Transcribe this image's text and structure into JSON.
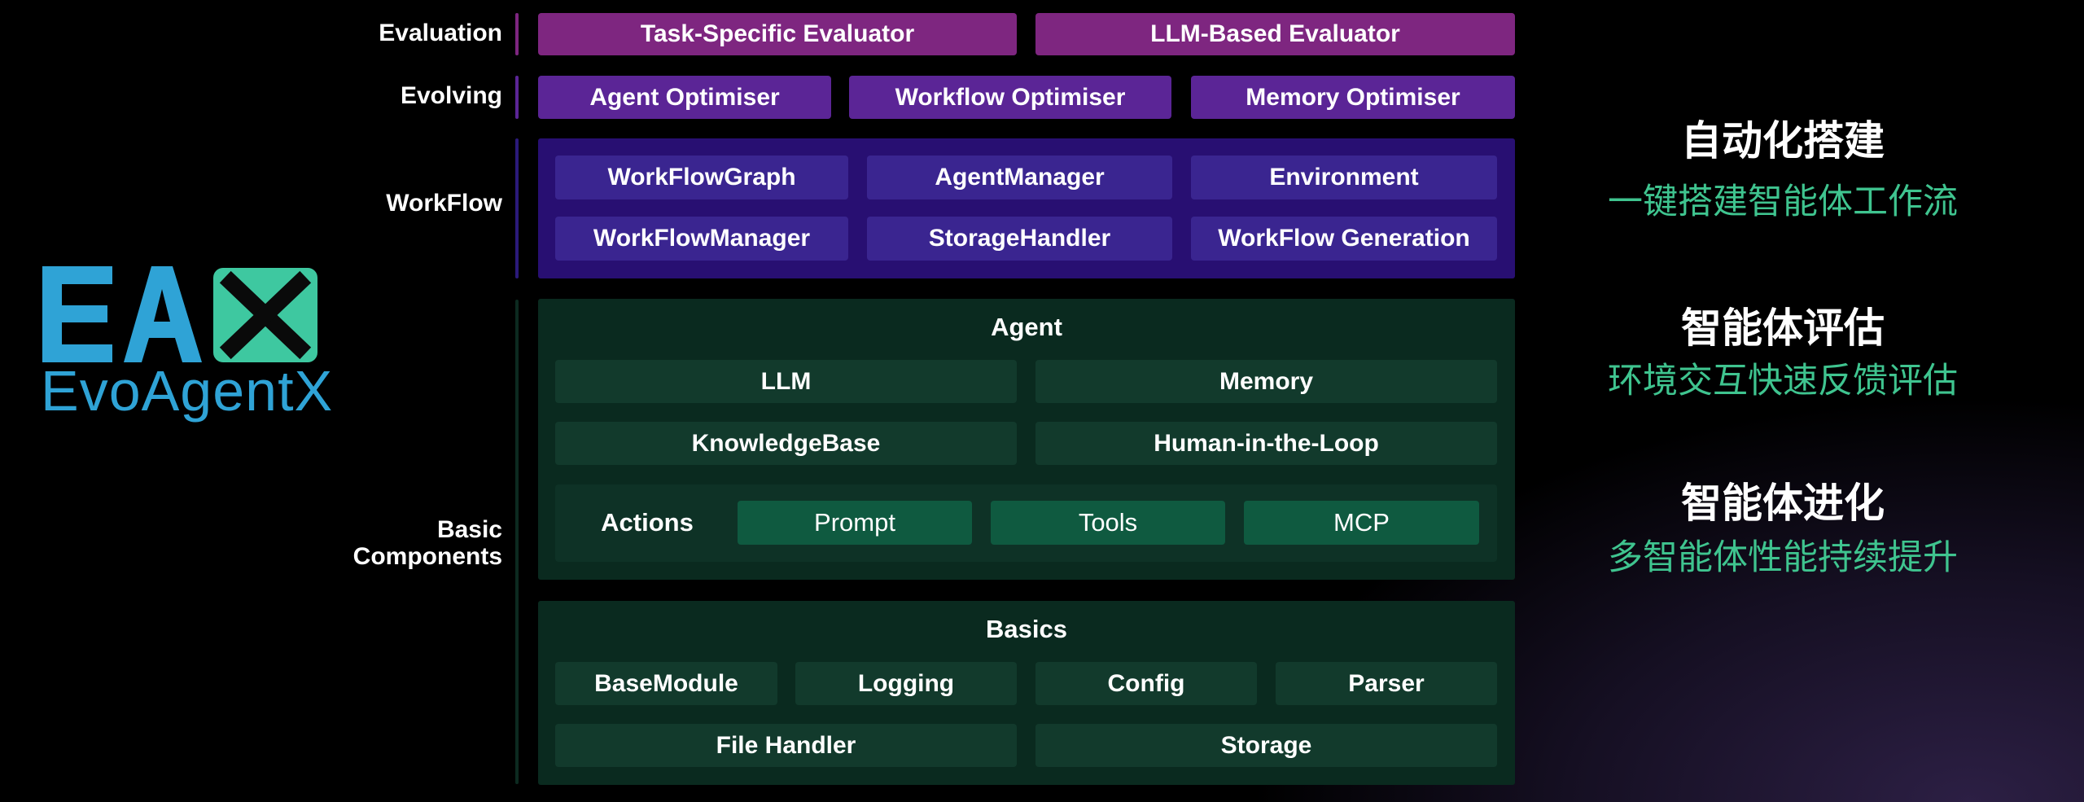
{
  "brand": {
    "logo_letters": "EAX",
    "name": "EvoAgentX",
    "colors": {
      "blue": "#2fa3d6",
      "green": "#3ec8a0"
    }
  },
  "rows": {
    "evaluation": {
      "label": "Evaluation",
      "items": [
        "Task-Specific Evaluator",
        "LLM-Based Evaluator"
      ]
    },
    "evolving": {
      "label": "Evolving",
      "items": [
        "Agent Optimiser",
        "Workflow Optimiser",
        "Memory Optimiser"
      ]
    },
    "workflow": {
      "label": "WorkFlow",
      "items": [
        "WorkFlowGraph",
        "AgentManager",
        "Environment",
        "WorkFlowManager",
        "StorageHandler",
        "WorkFlow Generation"
      ]
    },
    "basic_components": {
      "label_line1": "Basic",
      "label_line2": "Components",
      "agent": {
        "title": "Agent",
        "items": [
          "LLM",
          "Memory",
          "KnowledgeBase",
          "Human-in-the-Loop"
        ],
        "actions": {
          "label": "Actions",
          "items": [
            "Prompt",
            "Tools",
            "MCP"
          ]
        }
      },
      "basics": {
        "title": "Basics",
        "items": [
          "BaseModule",
          "Logging",
          "Config",
          "Parser",
          "File Handler",
          "Storage"
        ]
      }
    }
  },
  "features": [
    {
      "title": "自动化搭建",
      "subtitle": "一键搭建智能体工作流"
    },
    {
      "title": "智能体评估",
      "subtitle": "环境交互快速反馈评估"
    },
    {
      "title": "智能体进化",
      "subtitle": "多智能体性能持续提升"
    }
  ],
  "accent_colors": {
    "evaluation": "#7e2680",
    "evolving": "#5b2596",
    "workflow": "#280f72",
    "components": "#0a2a1f",
    "feature_text": "#3fc48f"
  }
}
